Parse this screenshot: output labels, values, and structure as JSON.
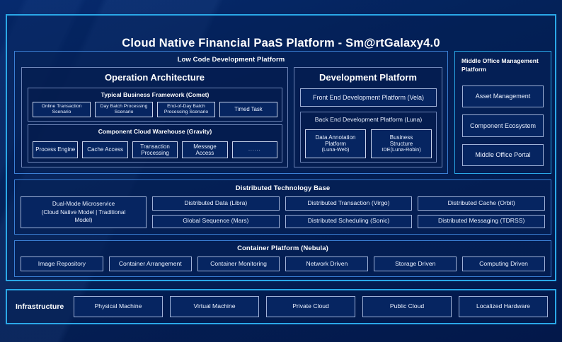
{
  "title": "Cloud Native Financial PaaS Platform - Sm@rtGalaxy4.0",
  "colors": {
    "background": "#042259",
    "accent_border": "#2aa8e8",
    "band_border": "#3b7fd4",
    "chip_border": "#c8d4ec",
    "text": "#eaf1ff"
  },
  "low_code": {
    "title": "Low Code Development Platform",
    "operation_architecture": {
      "title": "Operation Architecture",
      "comet": {
        "title": "Typical Business Framework (Comet)",
        "items": [
          "Online Transaction Scenario",
          "Day Batch Processing Scenario",
          "End-of-Day Batch Processing Scenario",
          "Timed Task"
        ]
      },
      "gravity": {
        "title": "Component Cloud Warehouse (Gravity)",
        "items": [
          "Process Engine",
          "Cache Access",
          "Transaction Processing",
          "Message Access",
          "......"
        ]
      }
    },
    "development_platform": {
      "title": "Development Platform",
      "front_end": "Front End Development Platform (Vela)",
      "back_end": {
        "title": "Back End Development Platform (Luna)",
        "items": [
          {
            "line1": "Data Annotation",
            "line2": "Platform",
            "line3": "(Luna-Web)"
          },
          {
            "line1": "Business",
            "line2": "Structure",
            "line3": "IDE(Luna-Robin)"
          }
        ]
      }
    }
  },
  "middle_office": {
    "title": "Middle Office Management Platform",
    "items": [
      "Asset Management",
      "Component Ecosystem",
      "Middle Office Portal"
    ]
  },
  "distributed_tech_base": {
    "title": "Distributed Technology Base",
    "dual_mode": {
      "line1": "Dual-Mode Microservice",
      "line2": "(Cloud Native Model | Traditional",
      "line3": "Model)"
    },
    "columns": [
      [
        "Distributed Data (Libra)",
        "Global Sequence (Mars)"
      ],
      [
        "Distributed Transaction (Virgo)",
        "Distributed Scheduling (Sonic)"
      ],
      [
        "Distributed Cache (Orbit)",
        "Distributed Messaging (TDRSS)"
      ]
    ]
  },
  "container_platform": {
    "title": "Container Platform (Nebula)",
    "items": [
      "Image Repository",
      "Container Arrangement",
      "Container Monitoring",
      "Network Driven",
      "Storage Driven",
      "Computing Driven"
    ]
  },
  "infrastructure": {
    "label": "Infrastructure",
    "items": [
      "Physical Machine",
      "Virtual Machine",
      "Private Cloud",
      "Public Cloud",
      "Localized Hardware"
    ]
  }
}
